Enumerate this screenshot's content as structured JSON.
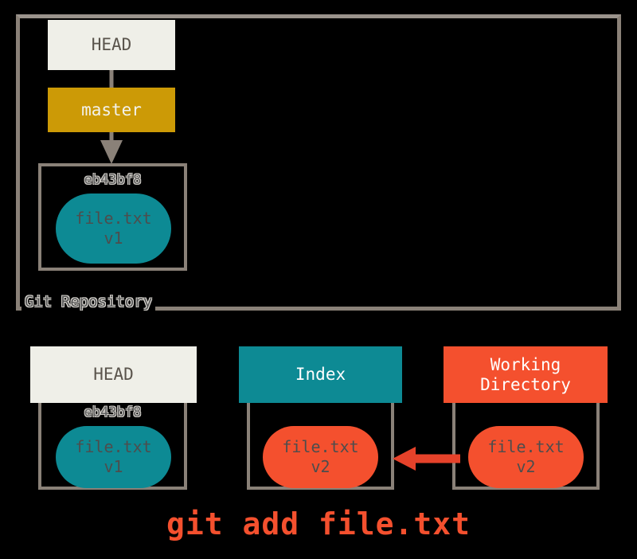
{
  "diagram": {
    "title": "git add file.txt",
    "repository": {
      "label": "Git Repository",
      "head": {
        "label": "HEAD"
      },
      "branch": {
        "label": "master"
      },
      "commit": {
        "hash": "eb43bf8",
        "blob": {
          "filename": "file.txt",
          "version": "v1"
        }
      }
    },
    "areas": [
      {
        "name": "head",
        "header": "HEAD",
        "hash": "eb43bf8",
        "blob": {
          "filename": "file.txt",
          "version": "v1"
        }
      },
      {
        "name": "index",
        "header": "Index",
        "hash": "",
        "blob": {
          "filename": "file.txt",
          "version": "v2"
        }
      },
      {
        "name": "working-directory",
        "header": "Working\nDirectory",
        "hash": "",
        "blob": {
          "filename": "file.txt",
          "version": "v2"
        }
      }
    ],
    "command": "git add file.txt",
    "arrows": [
      {
        "from": "master",
        "to": "commit",
        "direction": "down"
      },
      {
        "from": "working-directory",
        "to": "index",
        "direction": "left"
      }
    ]
  },
  "colors": {
    "background": "#000000",
    "frame_border": "#8a8178",
    "head_fill": "#efefe8",
    "head_text": "#5a544c",
    "branch_fill": "#cc9a06",
    "index_fill": "#0d8a94",
    "working_fill": "#f4502e",
    "blob_teal": "#0d8a94",
    "blob_orange": "#f4502e",
    "command_text": "#f4502e",
    "label_text": "#555555"
  }
}
